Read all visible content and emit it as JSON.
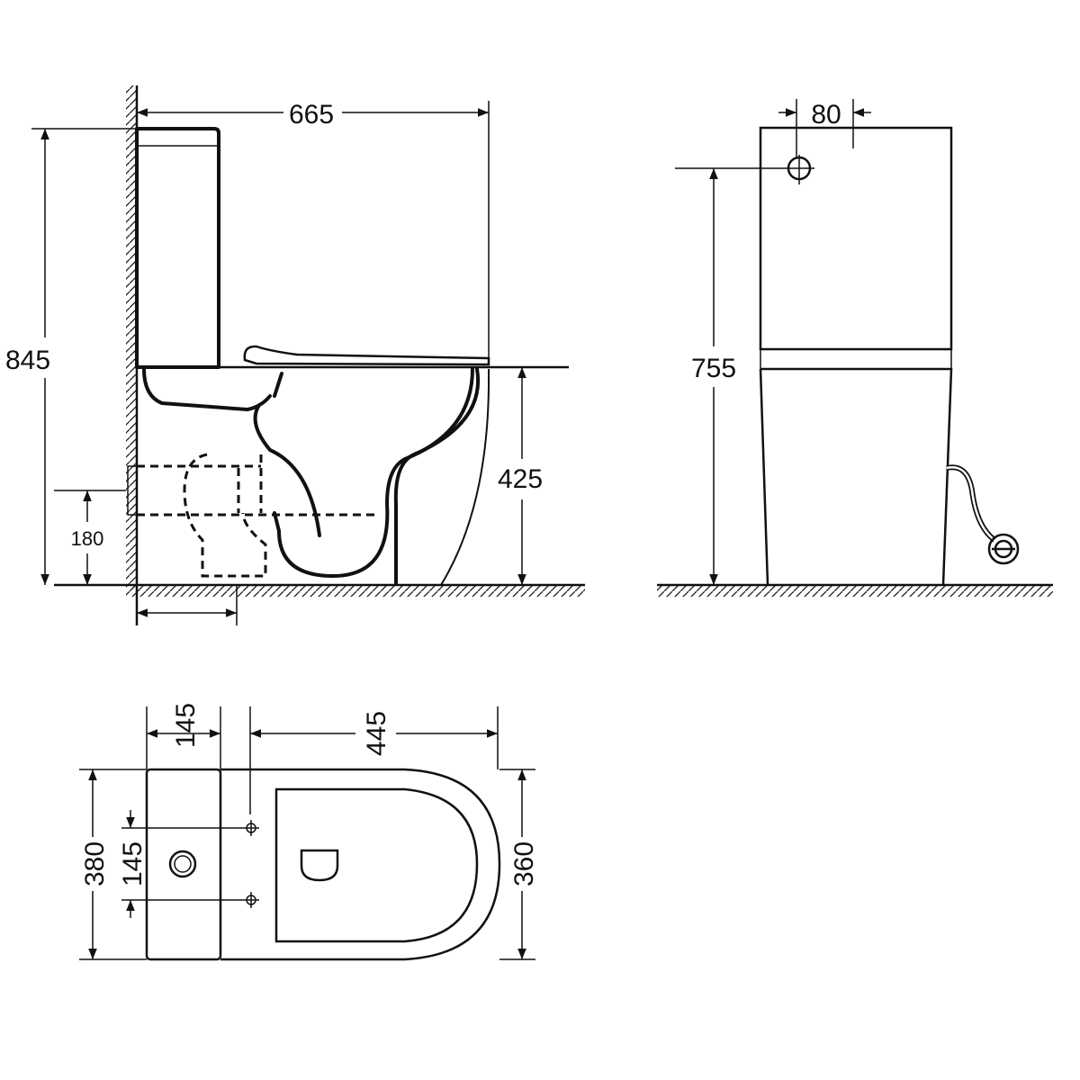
{
  "side_view": {
    "width_total": "665",
    "height_total": "845",
    "inlet_height": "180",
    "seat_height": "425"
  },
  "front_view": {
    "inlet_offset": "80",
    "inlet_height": "755"
  },
  "top_view": {
    "tank_depth": "145",
    "bowl_length": "445",
    "tank_width": "380",
    "fixing_spacing": "145",
    "bowl_width": "360"
  }
}
